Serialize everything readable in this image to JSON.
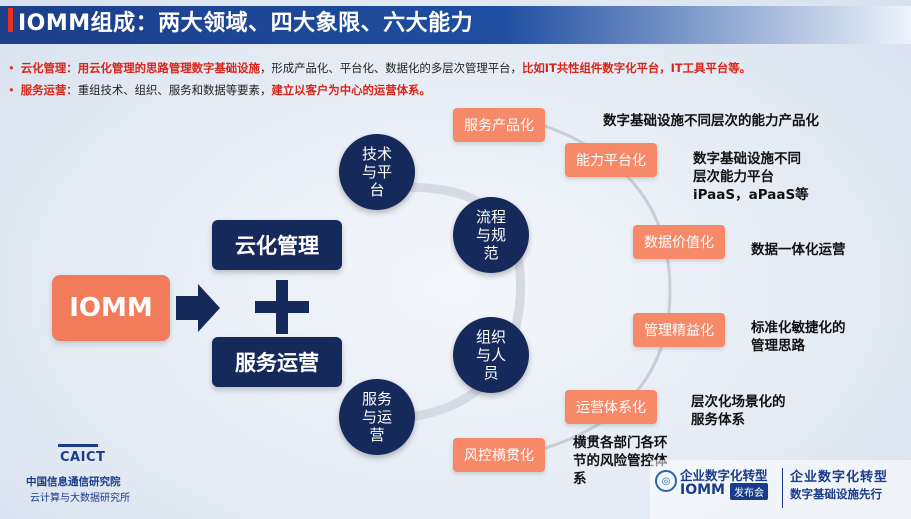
{
  "header": {
    "title": "IOMM组成：两大领域、四大象限、六大能力"
  },
  "bullets": {
    "cloud": {
      "label": "云化管理：",
      "red_text": "用云化管理的思路管理数字基础设施",
      "plain_text": "，形成产品化、平台化、数据化的多层次管理平台，",
      "red_tail": "比如IT共性组件数字化平台，IT工具平台等。"
    },
    "service": {
      "label": "服务运营：",
      "plain_text": "重组技术、组织、服务和数据等要素，",
      "red_tail": "建立以客户为中心的运营体系。"
    }
  },
  "diagram": {
    "core": "IOMM",
    "domain_cloud": "云化管理",
    "domain_service": "服务运营",
    "quadrants": {
      "tech": "技术与平台",
      "process": "流程与规范",
      "org": "组织与人员",
      "service": "服务与运营"
    },
    "capabilities": [
      {
        "label": "服务产品化",
        "desc": "数字基础设施不同层次的能力产品化"
      },
      {
        "label": "能力平台化",
        "desc": "数字基础设施不同层次能力平台iPaaS，aPaaS等"
      },
      {
        "label": "数据价值化",
        "desc": "数据一体化运营"
      },
      {
        "label": "管理精益化",
        "desc": "标准化敏捷化的管理思路"
      },
      {
        "label": "运营体系化",
        "desc": "层次化场景化的服务体系"
      },
      {
        "label": "风控横贯化",
        "desc": "横贯各部门各环节的风险管控体系"
      }
    ]
  },
  "footer": {
    "org_logo": "CAICT",
    "org_name": "中国信息通信研究院",
    "org_dept": "云计算与大数据研究所",
    "event_line1": "企业数字化转型",
    "event_line2": "IOMM",
    "event_badge": "发布会",
    "slogan1": "企业数字化转型",
    "slogan2": "数字基础设施先行"
  },
  "colors": {
    "navy": "#15295a",
    "orange": "#f58968",
    "accent_red": "#e8321f"
  }
}
